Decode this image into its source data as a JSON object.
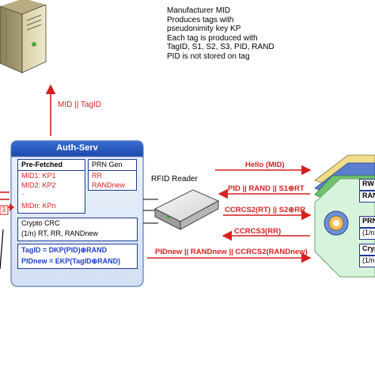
{
  "note": {
    "lines": [
      "Manufacturer MID",
      "Produces tags with",
      "pseudonimity key KP",
      "Each tag is produced with",
      "TagID, S1, S2, S3, PID, RAND",
      "PID is not stored on tag"
    ]
  },
  "mid_link_label": "MID || TagID",
  "auth_serv": {
    "title": "Auth-Serv",
    "prefetched": {
      "title": "Pre-Fetched",
      "items": [
        "MID1: KP1",
        "MID2: KP2",
        "..",
        "MIDn: KPn"
      ]
    },
    "prn_gen": {
      "title": "PRN Gen",
      "items": [
        "RR",
        "RANDnew"
      ]
    },
    "crypto_crc": {
      "title": "Crypto CRC",
      "line": "(1/n) RT, RR, RANDnew"
    },
    "formulas": [
      "TagID = DKP(PID)⊕RAND",
      "PIDnew = EKP(TagID⊕RAND)"
    ]
  },
  "rfid_reader_label": "RFID Reader",
  "messages": [
    "Hello (MID)",
    "PID || RAND || S1⊕RT",
    "CCRCS2(RT) || S2⊕RR",
    "CCRCS3(RR)",
    "PIDnew || RANDnew || CCRCS2(RANDnew)"
  ],
  "left_marker": "3",
  "tag": {
    "cells": [
      "RW",
      "RAN",
      "PRN",
      "(1/n",
      "Cryp",
      "(1/n"
    ]
  },
  "colors": {
    "accent_red": "#d62020",
    "panel_blue": "#dde8f8",
    "title_bar_blue": "#1e4fb8",
    "formula_blue": "#1e40c8"
  }
}
